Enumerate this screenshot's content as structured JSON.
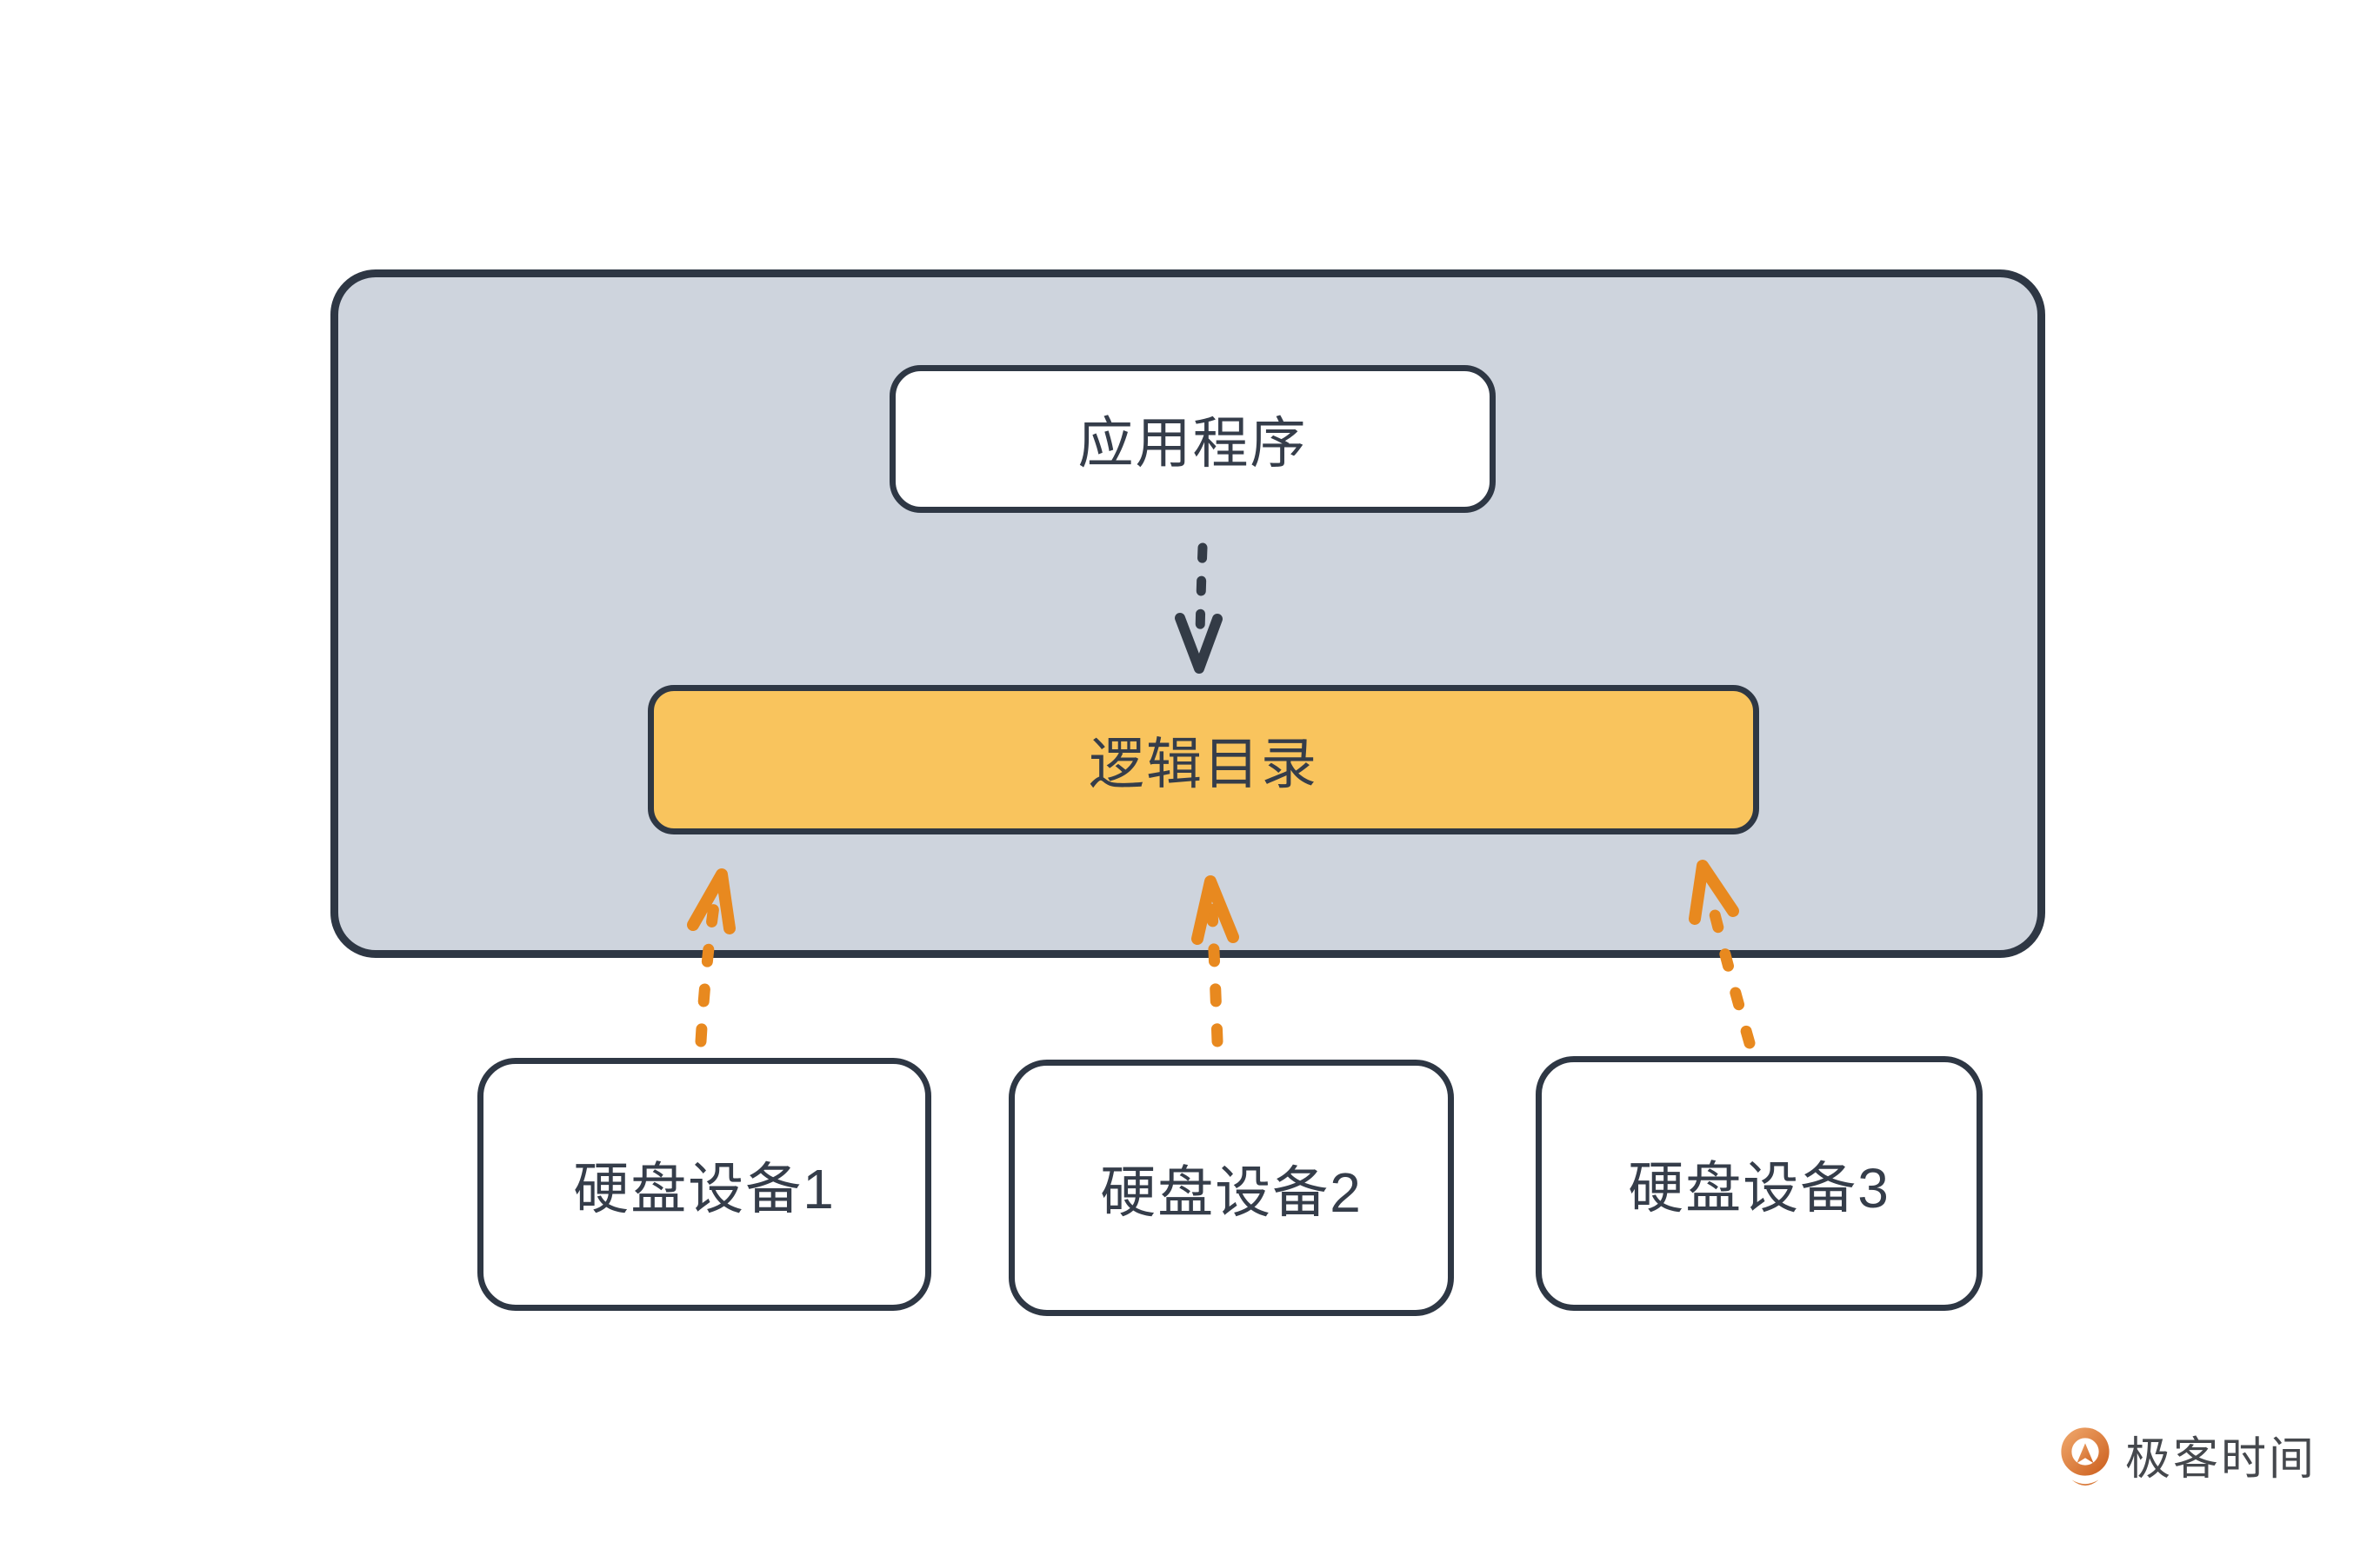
{
  "diagram": {
    "app_label": "应用程序",
    "logical_dir_label": "逻辑目录",
    "disks": [
      {
        "label": "硬盘设备1"
      },
      {
        "label": "硬盘设备2"
      },
      {
        "label": "硬盘设备3"
      }
    ],
    "edges": [
      {
        "from": "应用程序",
        "to": "逻辑目录",
        "style": "dashed-dark-down"
      },
      {
        "from": "硬盘设备1",
        "to": "逻辑目录",
        "style": "dashed-orange-up"
      },
      {
        "from": "硬盘设备2",
        "to": "逻辑目录",
        "style": "dashed-orange-up"
      },
      {
        "from": "硬盘设备3",
        "to": "逻辑目录",
        "style": "dashed-orange-up"
      }
    ]
  },
  "branding": {
    "logo_text": "极客时间"
  },
  "colors": {
    "container_fill": "#ced4dd",
    "outline": "#2e3744",
    "node_text": "#353d4a",
    "highlight_fill": "#f9c45d",
    "arrow_orange": "#e8891f",
    "arrow_dark": "#333b46",
    "logo_text": "#45484d",
    "page_bg": "#ffffff"
  }
}
